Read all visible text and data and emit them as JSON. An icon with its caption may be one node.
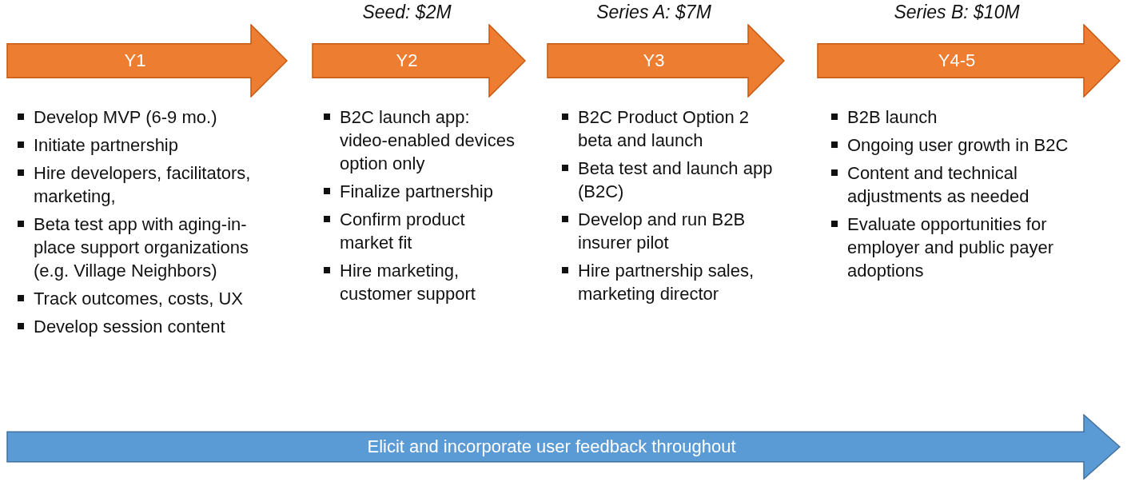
{
  "diagram": {
    "nodes": [
      {
        "text": [
          "Y1"
        ]
      },
      {
        "text": [
          "Y2"
        ],
        "beside": [
          "Seed: $2M"
        ]
      },
      {
        "text": [
          "Y3"
        ],
        "beside": [
          "Series A: $7M"
        ]
      },
      {
        "text": [
          "Y4-5"
        ],
        "beside": [
          "Series B: $10M"
        ]
      },
      {
        "text": [
          "Elicit and incorporate user feedback throughout"
        ]
      }
    ],
    "labels": [
      "Develop MVP (6-9 mo.)",
      "Initiate partnership",
      "Hire developers, facilitators, marketing,",
      "Beta test app with aging-in-place support organizations (e.g. Village Neighbors)",
      "Track outcomes, costs, UX",
      "Develop session content",
      "B2C launch app: video-enabled devices option only",
      "Finalize partnership",
      "Confirm product market fit",
      "Hire marketing, customer support",
      "B2C Product Option 2 beta and launch",
      "Beta test and launch app (B2C)",
      "Develop and run B2B insurer pilot",
      "Hire partnership sales, marketing director",
      "B2B launch",
      "Ongoing user growth in B2C",
      "Content and technical adjustments as needed",
      "Evaluate opportunities for employer and public payer adoptions"
    ]
  }
}
